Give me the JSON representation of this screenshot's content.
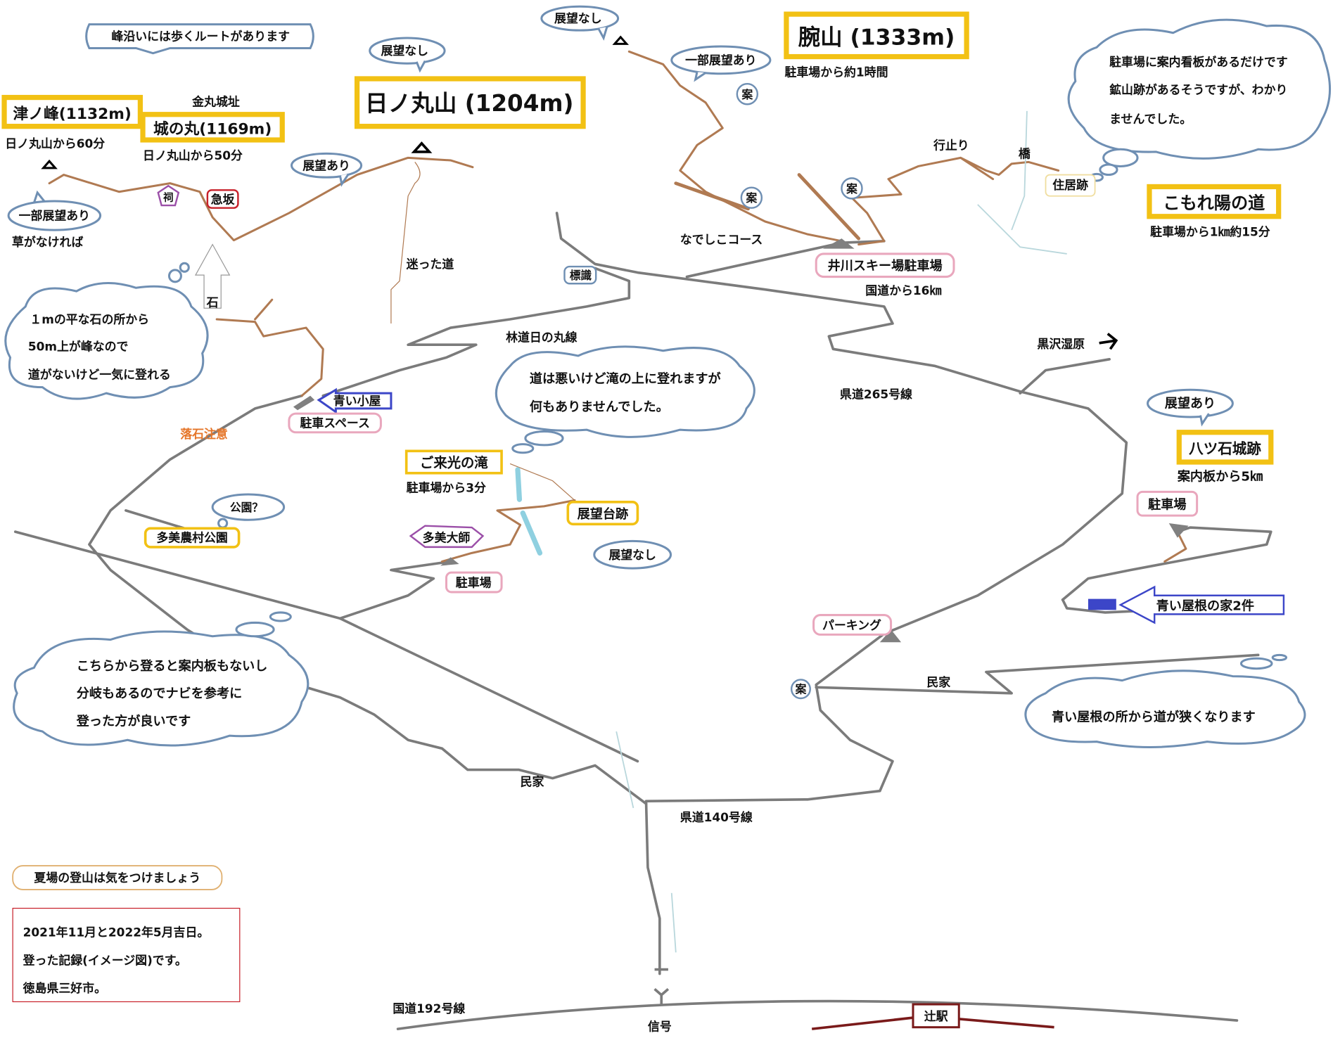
{
  "notes": {
    "ridge_route": "峰沿いには歩くルートがあります",
    "summer": "夏場の登山は気をつけましょう",
    "record": [
      "2021年11月と2022年5月吉日。",
      "登った記録(イメージ図)です。",
      "徳島県三好市。"
    ]
  },
  "peaks": {
    "hinomaru": {
      "name": "日ノ丸山 (1204m)"
    },
    "tsunomine": {
      "name": "津ノ峰(1132m)",
      "time": "日ノ丸山から60分"
    },
    "jonomaru": {
      "name": "城の丸(1169m)",
      "time": "日ノ丸山から50分",
      "castle": "金丸城址"
    },
    "wanyama": {
      "name": "腕山 (1333m)",
      "time": "駐車場から約1時間"
    },
    "komorebi": {
      "name": "こもれ陽の道",
      "time": "駐車場から1㎞約15分"
    },
    "yatsuishi": {
      "name": "八ツ石城跡",
      "time": "案内板から5㎞"
    }
  },
  "bubbles": {
    "no_view_1": "展望なし",
    "no_view_2": "展望なし",
    "no_view_3": "展望なし",
    "view_1": "展望あり",
    "view_2": "展望あり",
    "partial_1": "一部展望あり",
    "partial_2": "一部展望あり",
    "park_q": "公園？"
  },
  "clouds": {
    "stone": [
      "１mの平な石の所から",
      "50m上が峰なので",
      "道がないけど一気に登れる"
    ],
    "falls": [
      "道は悪いけど滝の上に登れますが",
      "何もありませんでした。"
    ],
    "route": [
      "こちらから登ると案内板もないし",
      "分岐もあるのでナビを参考に",
      "登った方が良いです"
    ],
    "mine": [
      "駐車場に案内看板があるだけです",
      "鉱山跡があるそうですが、わかり",
      "ませんでした。"
    ],
    "narrow": [
      "青い屋根の所から道が狭くなります"
    ]
  },
  "labels": {
    "grass": "草がなければ",
    "shrine": "祠",
    "steep": "急坂",
    "stone": "石",
    "lost_road": "迷った道",
    "blue_hut": "青い小屋",
    "parking_space": "駐車スペース",
    "rockfall": "落石注意",
    "forest_road": "林道日の丸線",
    "sign": "標識",
    "falls": "ご来光の滝",
    "falls_time": "駐車場から3分",
    "observatory": "展望台跡",
    "tami_daishi": "多美大師",
    "parking_1": "駐車場",
    "park": "多美農村公園",
    "national_192": "国道192号線",
    "signal": "信号",
    "tsuji_station": "辻駅",
    "house_1": "民家",
    "pref_140": "県道140号線",
    "guide": "案",
    "nadeshiko": "なでしこコース",
    "ski_parking": "井川スキー場駐車場",
    "ski_dist": "国道から16㎞",
    "dead_end": "行止り",
    "bridge": "橋",
    "ruins": "住居跡",
    "kurosawa": "黒沢湿原",
    "pref_265": "県道265号線",
    "parking_2": "駐車場",
    "blue_roofs": "青い屋根の家2件",
    "parking_3": "パーキング",
    "house_2": "民家"
  },
  "colors": {
    "road": "#7b7b7b",
    "trail": "#b07a52",
    "peak_box": "#f2c114",
    "parking_box": "#e9a7bd",
    "bubble": "#6f8fb3",
    "blue_marker": "#3c46c8",
    "rail": "#7a1a1a",
    "warning": "#e5762a"
  }
}
